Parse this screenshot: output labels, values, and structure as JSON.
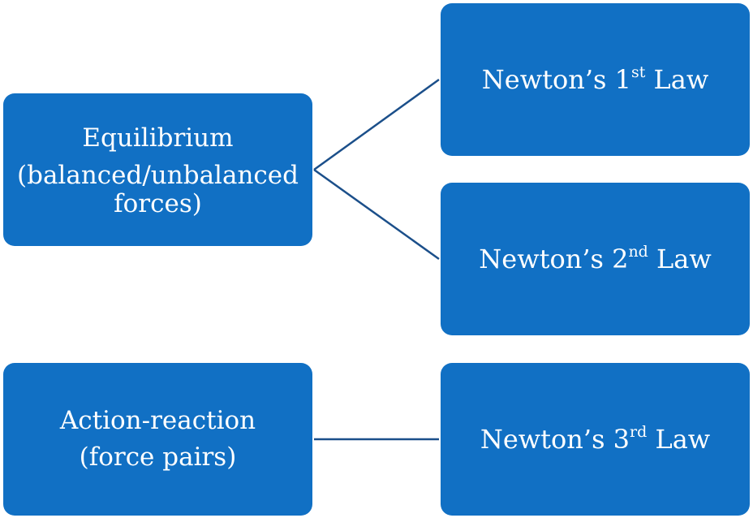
{
  "colors": {
    "box_fill": "#1170c4",
    "connector": "#1b4f8a",
    "text": "#ffffff"
  },
  "left": {
    "equilibrium": {
      "line1": "Equilibrium",
      "line2": "(balanced/unbalanced",
      "line3": "forces)"
    },
    "action_reaction": {
      "line1": "Action-reaction",
      "line2": "(force pairs)"
    }
  },
  "right": {
    "law1": {
      "prefix": "Newton’s 1",
      "ordinal": "st",
      "suffix": " Law"
    },
    "law2": {
      "prefix": "Newton’s 2",
      "ordinal": "nd",
      "suffix": " Law"
    },
    "law3": {
      "prefix": "Newton’s 3",
      "ordinal": "rd",
      "suffix": " Law"
    }
  }
}
